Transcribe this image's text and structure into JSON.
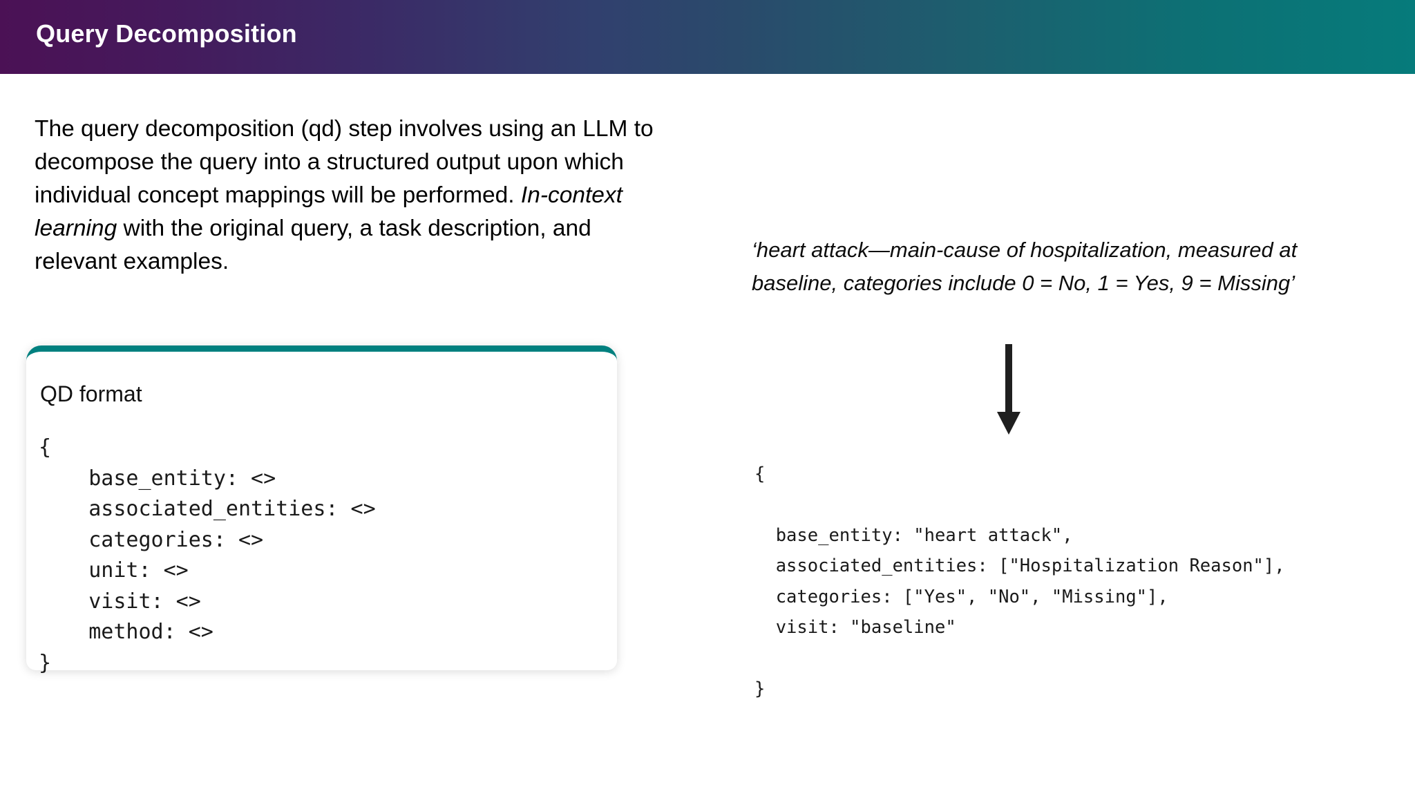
{
  "header": {
    "title": "Query Decomposition",
    "gradient_start": "#4b1155",
    "gradient_mid": "#2a4a6b",
    "gradient_end": "#067b7b"
  },
  "left": {
    "paragraph_part1": "The query decomposition (qd) step involves using an LLM to decompose the query into a structured output upon which individual concept mappings will be performed. ",
    "paragraph_emphasis": "In-context learning",
    "paragraph_part2": " with the original query, a task description, and relevant examples.",
    "card": {
      "accent_color": "#00807f",
      "title": "QD format",
      "code": "{\n    base_entity: <>\n    associated_entities: <>\n    categories: <>\n    unit: <>\n    visit: <>\n    method: <>\n}"
    }
  },
  "right": {
    "quote": "‘heart attack—main-cause of hospitalization, measured at baseline, categories include 0 = No, 1 = Yes, 9 = Missing’",
    "arrow_color": "#1f1f1f",
    "output_code": "{\n\n  base_entity: \"heart attack\",\n  associated_entities: [\"Hospitalization Reason\"],\n  categories: [\"Yes\", \"No\", \"Missing\"],\n  visit: \"baseline\"\n\n}"
  }
}
